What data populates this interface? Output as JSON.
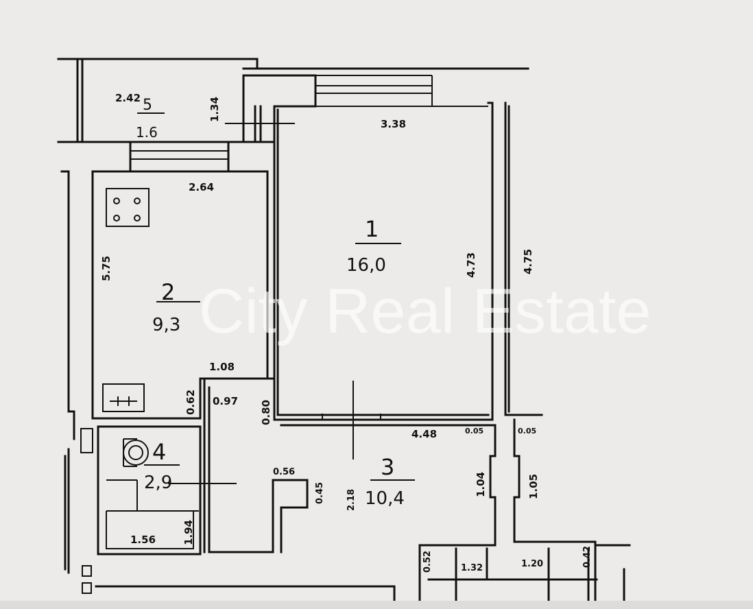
{
  "watermark": "City Real Estate",
  "rooms": [
    {
      "number": "1",
      "area": "16,0"
    },
    {
      "number": "2",
      "area": "9,3"
    },
    {
      "number": "3",
      "area": "10,4"
    },
    {
      "number": "4",
      "area": "2,9"
    },
    {
      "number": "5",
      "area": "1.6"
    }
  ],
  "dimensions": {
    "balcony_width": "2.42",
    "balcony_depth": "1.34",
    "room1_width": "3.38",
    "room1_depth": "4.73",
    "outer_depth": "4.75",
    "kitchen_width": "2.64",
    "kitchen_depth": "5.75",
    "corridor_top": "1.08",
    "corridor_inner": "0.97",
    "corridor_side": "0.80",
    "kitchen_nook": "0.62",
    "hall_width": "4.48",
    "wall_a": "0.05",
    "wall_b": "0.05",
    "door_a": "1.04",
    "door_b": "1.05",
    "niche_width": "0.56",
    "niche_depth": "0.45",
    "hall_depth": "2.18",
    "bath_length": "1.56",
    "bath_depth": "1.94",
    "bottom_a": "0.52",
    "bottom_b": "1.32",
    "bottom_c": "1.20",
    "bottom_d": "0.42"
  }
}
